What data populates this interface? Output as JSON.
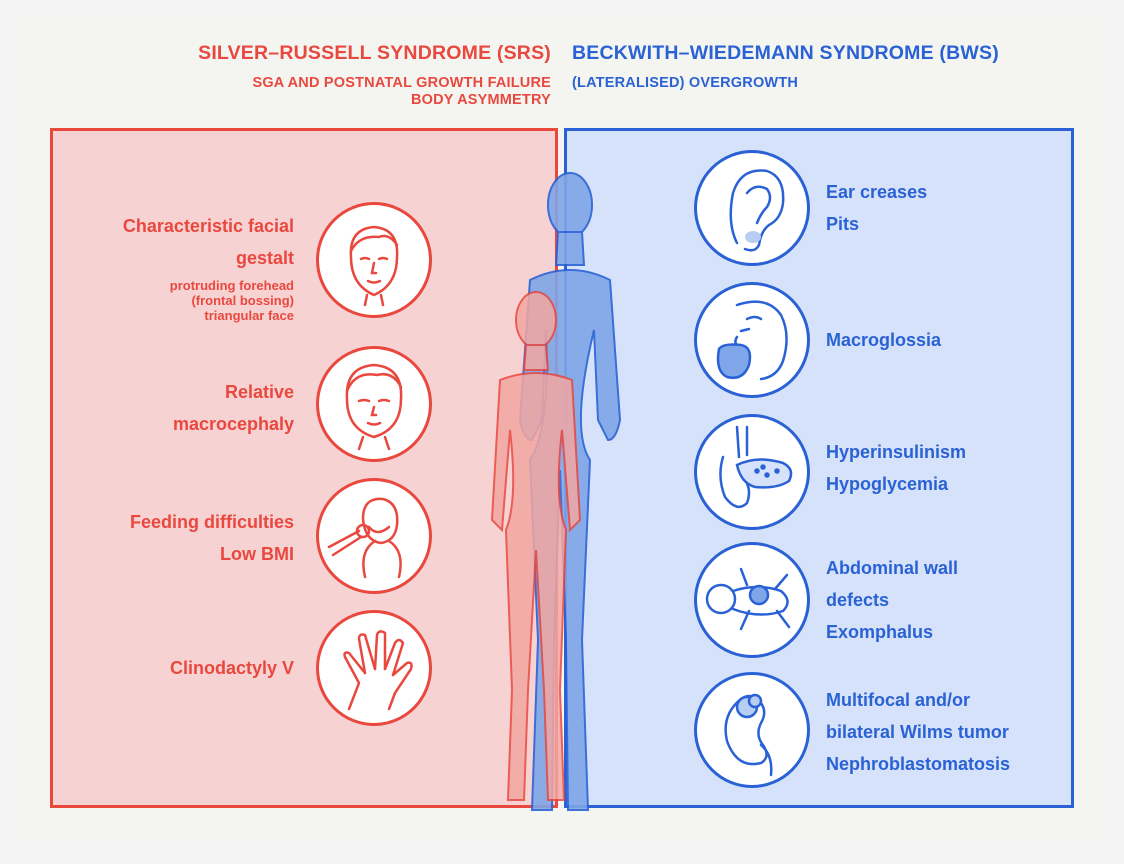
{
  "srs": {
    "title": "SILVER–RUSSELL SYNDROME (SRS)",
    "subtitle_1": "SGA AND POSTNATAL GROWTH FAILURE",
    "subtitle_2": "BODY ASYMMETRY",
    "features": [
      {
        "line1": "Characteristic facial",
        "line2": "gestalt",
        "details": [
          "protruding forehead",
          "(frontal bossing)",
          "triangular face"
        ],
        "icon": "child-face-icon"
      },
      {
        "line1": "Relative",
        "line2": "macrocephaly",
        "icon": "large-head-child-icon"
      },
      {
        "line1": "Feeding difficulties",
        "line2": "Low BMI",
        "icon": "child-refusing-food-icon"
      },
      {
        "line1": "Clinodactyly V",
        "icon": "hand-icon"
      }
    ]
  },
  "bws": {
    "title": "BECKWITH–WIEDEMANN SYNDROME (BWS)",
    "subtitle": "(LATERALISED) OVERGROWTH",
    "features": [
      {
        "line1": "Ear creases",
        "line2": "Pits",
        "icon": "ear-icon"
      },
      {
        "line1": "Macroglossia",
        "icon": "tongue-face-icon"
      },
      {
        "line1": "Hyperinsulinism",
        "line2": "Hypoglycemia",
        "icon": "pancreas-icon"
      },
      {
        "line1": "Abdominal wall",
        "line2": "defects",
        "line3": "Exomphalus",
        "icon": "infant-exomphalus-icon"
      },
      {
        "line1": "Multifocal and/or",
        "line2": "bilateral Wilms tumor",
        "line3": "Nephroblastomatosis",
        "icon": "kidney-tumor-icon"
      }
    ]
  },
  "colors": {
    "srs": "#e9483f",
    "bws": "#2a62d6",
    "srs_fill": "#f7d2d2",
    "bws_fill": "#d6e2f9"
  }
}
